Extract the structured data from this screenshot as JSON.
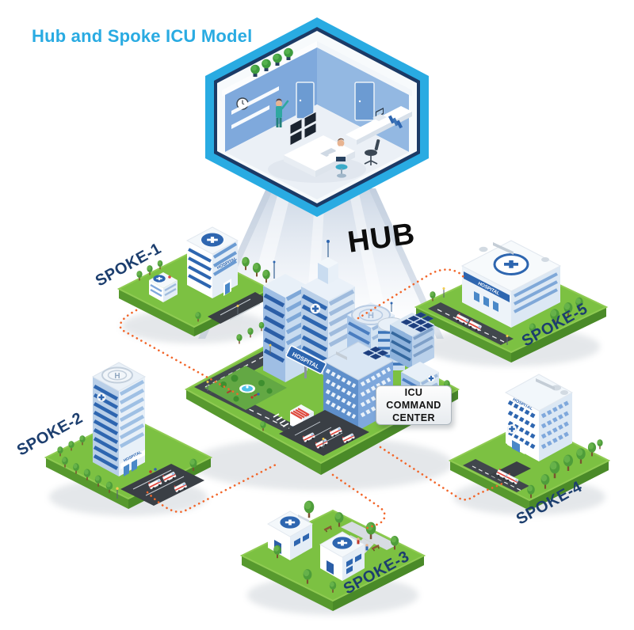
{
  "title": "Hub and Spoke ICU Model",
  "hub": {
    "label": "HUB",
    "command_center_sign": {
      "line1": "ICU COMMAND",
      "line2": "CENTER"
    }
  },
  "signs": {
    "hospital": "HOSPITAL",
    "helipad": "H"
  },
  "spokes": [
    {
      "id": "spoke-1",
      "label": "SPOKE-1"
    },
    {
      "id": "spoke-2",
      "label": "SPOKE-2"
    },
    {
      "id": "spoke-3",
      "label": "SPOKE-3"
    },
    {
      "id": "spoke-4",
      "label": "SPOKE-4"
    },
    {
      "id": "spoke-5",
      "label": "SPOKE-5"
    }
  ],
  "colors": {
    "accent_cyan": "#29ABE2",
    "label_navy": "#1C3E6E",
    "connector_orange": "#F2662A",
    "grass_top": "#7CC142",
    "grass_side": "#57992E",
    "building_blue": "#2E66B0",
    "building_light": "#D9E6F4",
    "road_gray": "#41474D"
  }
}
